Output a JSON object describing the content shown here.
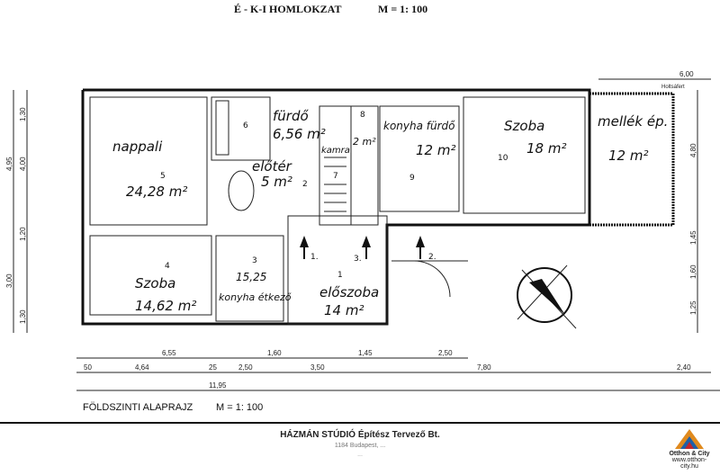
{
  "header": {
    "title": "É - K-I HOMLOKZAT",
    "scale": "M = 1: 100"
  },
  "plan": {
    "title": "FÖLDSZINTI ALAPRAJZ",
    "scale": "M = 1: 100",
    "rooms": [
      {
        "number": "5",
        "name": "nappali",
        "area": "24,28 m²"
      },
      {
        "number": "4",
        "name": "Szoba",
        "area": "14,62 m²"
      },
      {
        "number": "6",
        "name": "fürdő",
        "area": "6,56 m²"
      },
      {
        "number": "2",
        "name": "előtér",
        "area": "5 m²"
      },
      {
        "number": "3",
        "name": "konyha étkező",
        "area": "15,25"
      },
      {
        "number": "1",
        "name": "előszoba",
        "area": "14 m²"
      },
      {
        "number": "7",
        "name": "",
        "area": ""
      },
      {
        "number": "8",
        "name": "kamra",
        "area": "2 m²"
      },
      {
        "number": "9",
        "name": "konyha fürdő",
        "area": "12 m²"
      },
      {
        "number": "10",
        "name": "Szoba",
        "area": "18 m²"
      },
      {
        "number": "",
        "name": "mellék ép.",
        "area": "12 m²"
      }
    ],
    "entrances": [
      "1.",
      "2.",
      "3."
    ],
    "dims_bottom_1": [
      "6,55",
      "1,60",
      "1,45",
      "2,50"
    ],
    "dims_bottom_2": [
      "50",
      "4,64",
      "25",
      "2,50",
      "3,50",
      "7,80",
      "2,40"
    ],
    "dims_total": "11,95",
    "dims_left": [
      "1,30",
      "4,95",
      "4,00",
      "1,20",
      "3,00",
      "1,30"
    ],
    "dims_right": [
      "6,00",
      "4,80",
      "1,45",
      "1,60",
      "1,25"
    ],
    "right_top_label": "Holtsáfert"
  },
  "footer": {
    "company": "HÁZMÁN STÚDIÓ Építész Tervező Bt.",
    "address": "1184 Budapest, ...",
    "contact": "..."
  },
  "logo": {
    "name": "Otthon & City",
    "url": "www.otthon-city.hu"
  }
}
